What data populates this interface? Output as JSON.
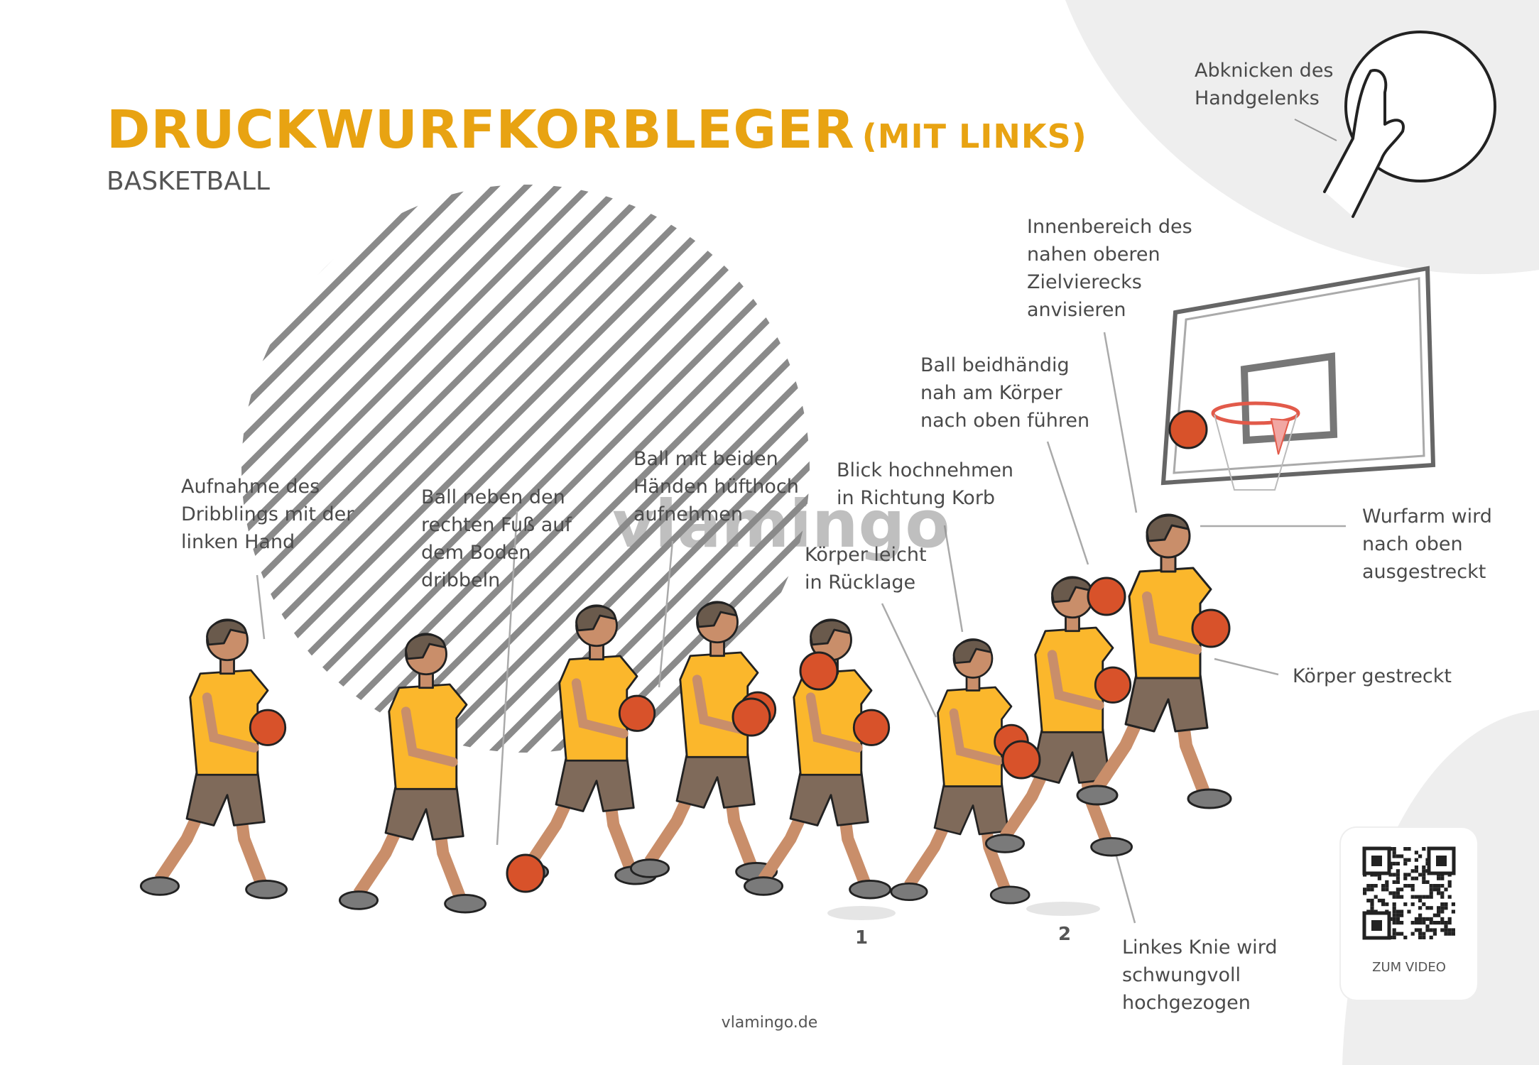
{
  "title": {
    "main": "DRUCKWURFKORBLEGER",
    "suffix": "(MIT LINKS)"
  },
  "subtitle": "BASKETBALL",
  "watermark": "vlamingo",
  "footer": "vlamingo.de",
  "qr": {
    "label": "ZUM VIDEO"
  },
  "steps": {
    "one": "1",
    "two": "2"
  },
  "annotations": {
    "handgelenk": "Abknicken des\nHandgelenks",
    "innenbereich": "Innenbereich des\nnahen oberen\nZielvierecks\nanvisieren",
    "beidhaendig": "Ball beidhändig\nnah am Körper\nnach oben führen",
    "blick": "Blick hochnehmen\nin Richtung Korb",
    "aufnehmen": "Ball mit beiden\nHänden hüfthoch\naufnehmen",
    "ruecklage": "Körper leicht\nin Rücklage",
    "dribbeln": "Ball neben den\nrechten Fuß auf\ndem Boden\ndribbeln",
    "aufnahme": "Aufnahme des\nDribblings mit der\nlinken Hand",
    "wurfarm": "Wurfarm wird\nnach oben\nausgestreckt",
    "gestreckt": "Körper gestreckt",
    "knie": "Linkes Knie wird\nschwungvoll\nhochgezogen"
  },
  "colors": {
    "accent": "#e8a312",
    "shirt": "#fbb72c",
    "shorts": "#7f6a5a",
    "skin": "#c98e6a",
    "hair": "#6a5a4c",
    "ball": "#d8522a",
    "shoe": "#7a7a7a",
    "hatch": "#8a8a8a",
    "bg_blob": "#eeeeee"
  },
  "icons": {
    "hand": "hand-on-ball-icon",
    "qr": "qr-code-icon",
    "basket": "basketball-hoop-icon"
  }
}
